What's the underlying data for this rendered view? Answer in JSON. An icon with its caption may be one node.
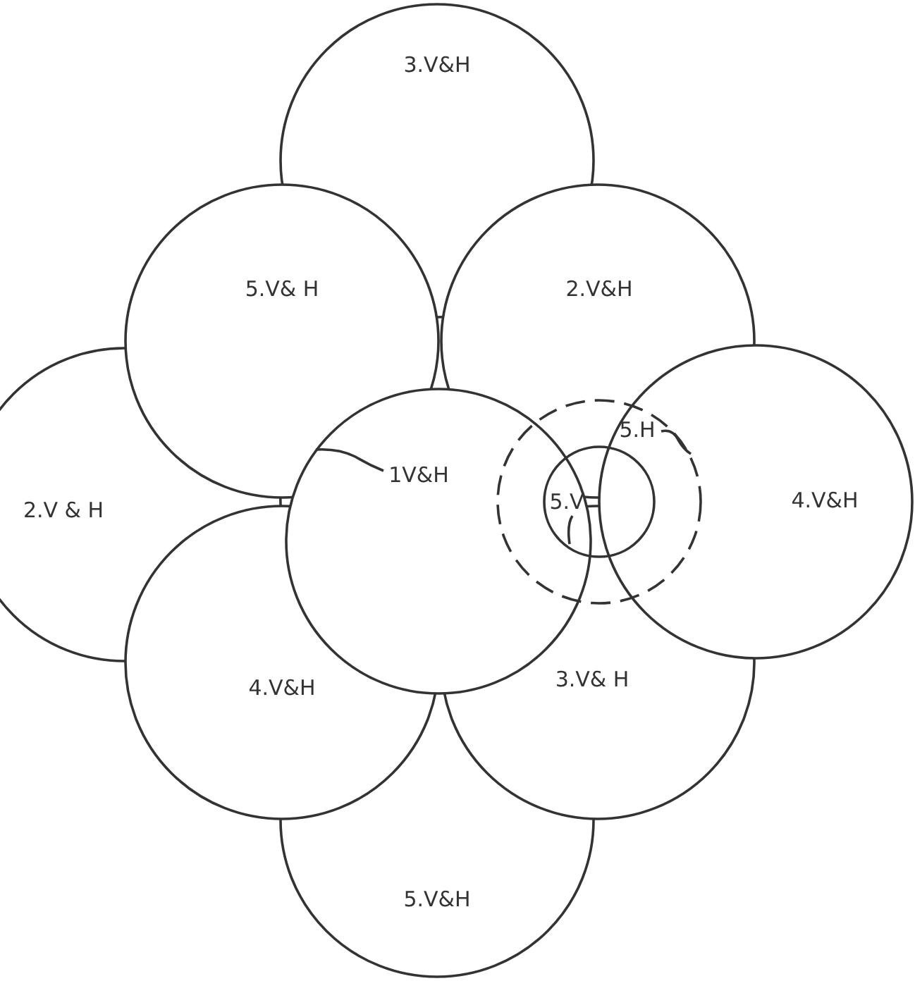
{
  "diagram": {
    "nodes": [
      {
        "text": [
          "3.V&H"
        ]
      },
      {
        "text": [
          "5.V& H"
        ]
      },
      {
        "text": [
          "2.V&H"
        ]
      },
      {
        "text": [
          "2.V & H"
        ]
      },
      {
        "text": [
          "1V&H"
        ]
      },
      {
        "text": [
          "5.H"
        ]
      },
      {
        "text": [
          "5.V"
        ],
        "in": 5
      },
      {
        "text": [
          "4.V&H"
        ]
      },
      {
        "text": [
          "4.V&H"
        ]
      },
      {
        "text": [
          "3.V& H"
        ]
      },
      {
        "text": [
          "5.V&H"
        ]
      }
    ]
  }
}
